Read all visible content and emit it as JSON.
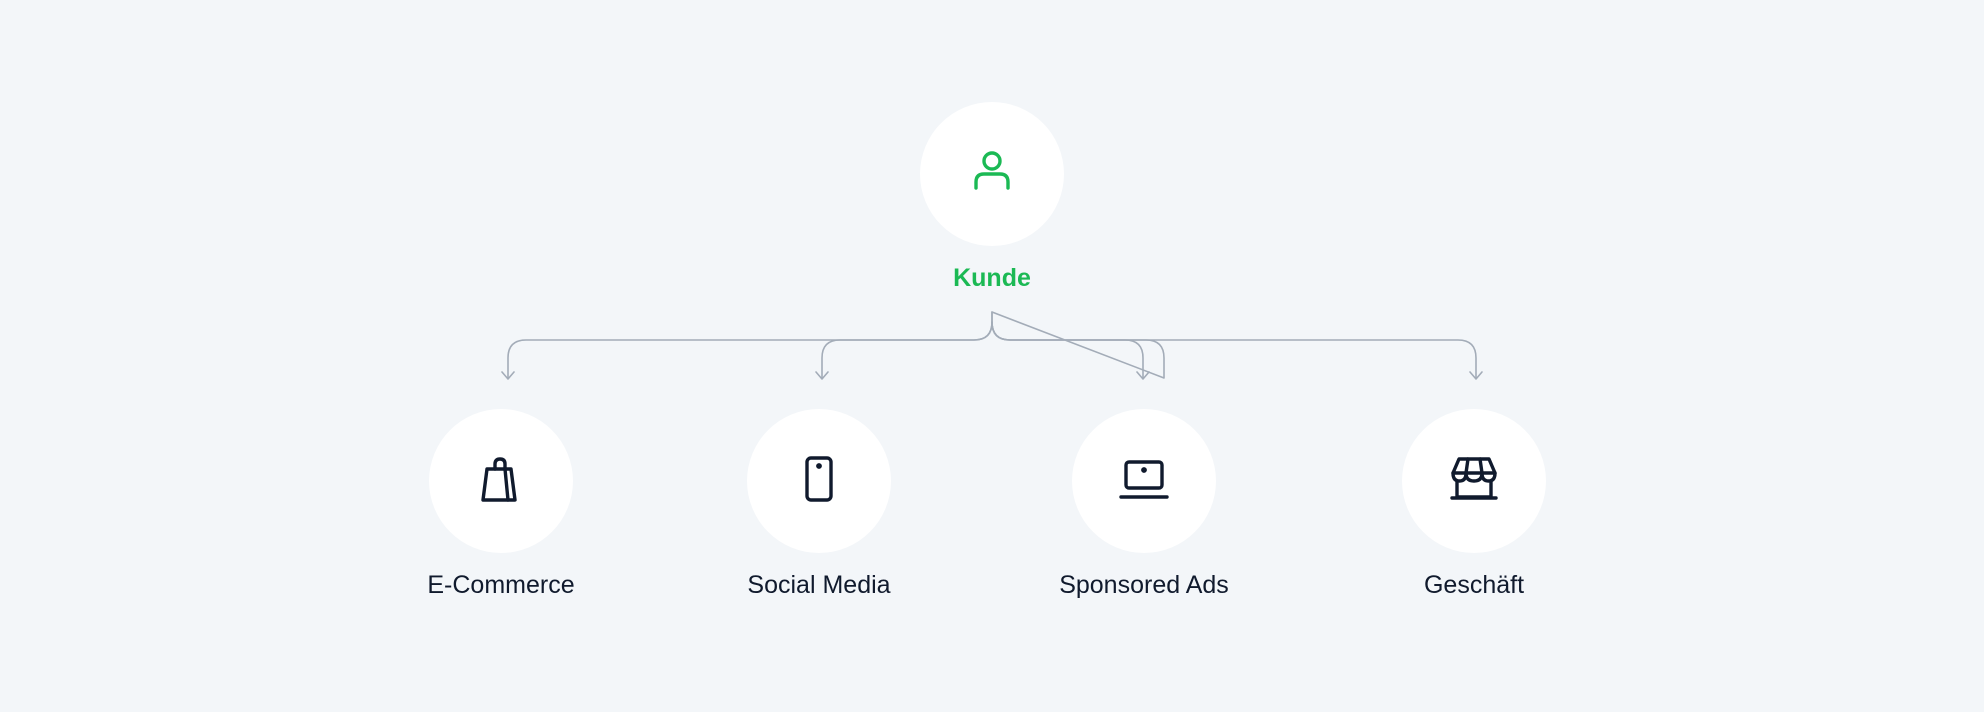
{
  "root": {
    "label": "Kunde",
    "icon": "user-icon",
    "color": "#1bb954"
  },
  "children": [
    {
      "label": "E-Commerce",
      "icon": "shopping-bag-icon"
    },
    {
      "label": "Social Media",
      "icon": "smartphone-icon"
    },
    {
      "label": "Sponsored Ads",
      "icon": "laptop-icon"
    },
    {
      "label": "Geschäft",
      "icon": "store-icon"
    }
  ],
  "colors": {
    "background": "#f3f6f9",
    "circle": "#ffffff",
    "icon": "#101a2d",
    "connector": "#a3acb8",
    "accent": "#1bb954"
  }
}
